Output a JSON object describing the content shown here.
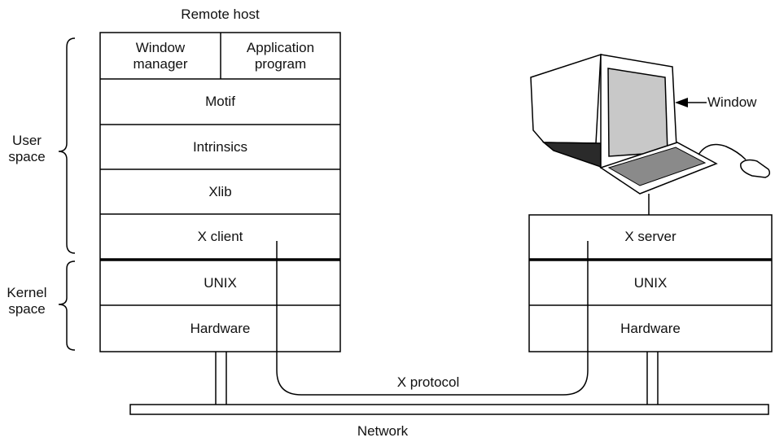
{
  "remote_host": {
    "title": "Remote host",
    "top_left": "Window\nmanager",
    "top_right": "Application\nprogram",
    "layers": [
      "Motif",
      "Intrinsics",
      "Xlib",
      "X client",
      "UNIX",
      "Hardware"
    ]
  },
  "local_host": {
    "window_label": "Window",
    "layers": [
      "X server",
      "UNIX",
      "Hardware"
    ]
  },
  "space_labels": {
    "user": "User\nspace",
    "kernel": "Kernel\nspace"
  },
  "protocol_label": "X protocol",
  "network_label": "Network"
}
